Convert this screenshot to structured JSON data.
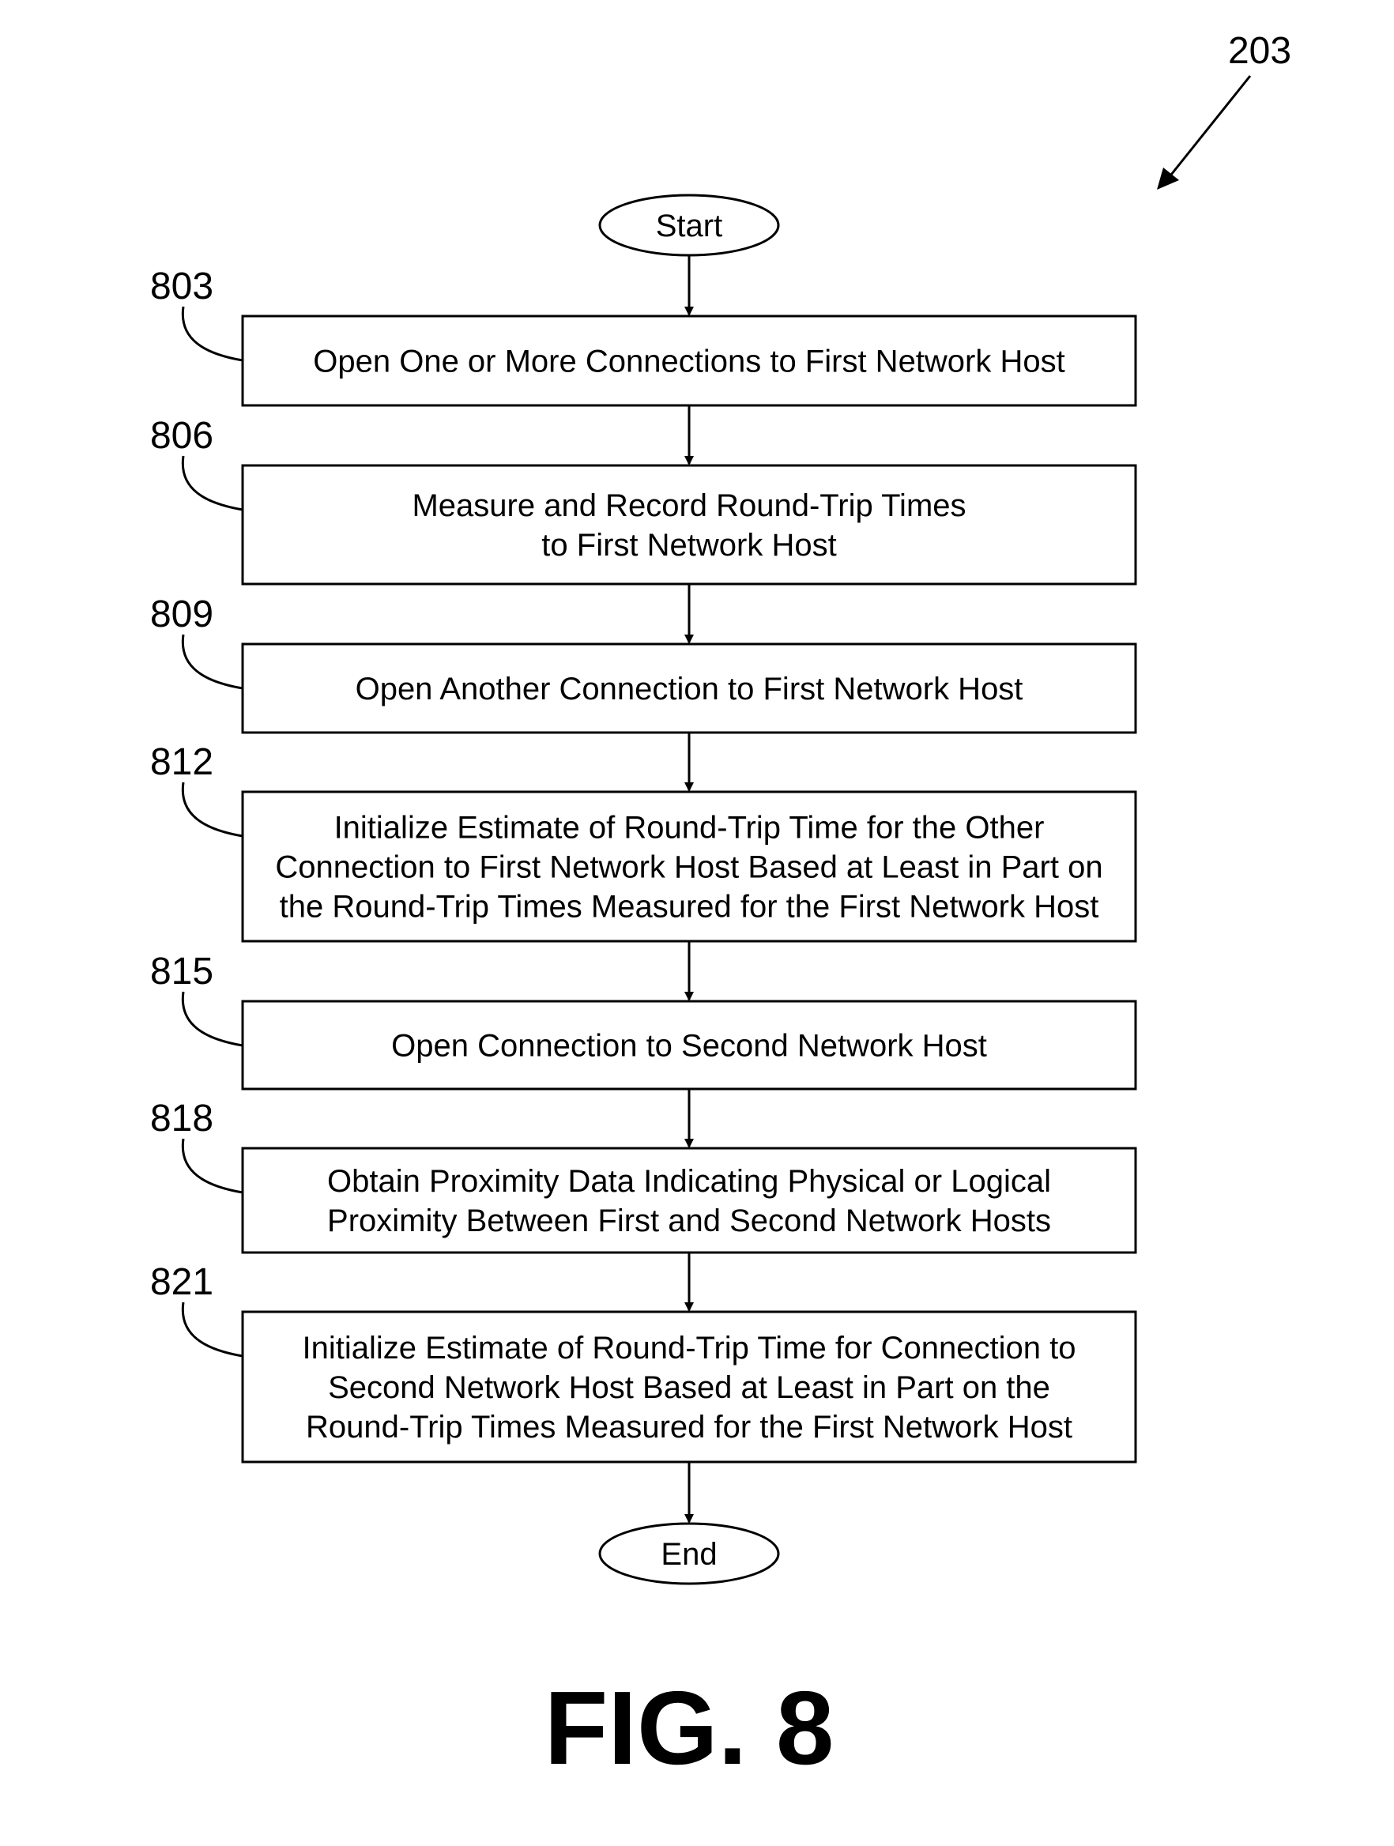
{
  "figure": {
    "label": "FIG. 8",
    "reference": "203"
  },
  "start": {
    "label": "Start"
  },
  "end": {
    "label": "End"
  },
  "steps": [
    {
      "ref": "803",
      "lines": [
        "Open One or More Connections to First Network Host"
      ]
    },
    {
      "ref": "806",
      "lines": [
        "Measure and Record Round-Trip Times",
        "to First Network Host"
      ]
    },
    {
      "ref": "809",
      "lines": [
        "Open Another Connection to First Network Host"
      ]
    },
    {
      "ref": "812",
      "lines": [
        "Initialize Estimate of Round-Trip Time for the Other",
        "Connection to First Network Host Based at Least in Part on",
        "the Round-Trip Times Measured for the First Network Host"
      ]
    },
    {
      "ref": "815",
      "lines": [
        "Open Connection to Second Network Host"
      ]
    },
    {
      "ref": "818",
      "lines": [
        "Obtain Proximity Data Indicating Physical or Logical",
        "Proximity Between First and Second Network Hosts"
      ]
    },
    {
      "ref": "821",
      "lines": [
        "Initialize Estimate of Round-Trip Time for Connection to",
        "Second Network Host Based at Least in Part on the",
        "Round-Trip Times Measured for the First Network Host"
      ]
    }
  ]
}
